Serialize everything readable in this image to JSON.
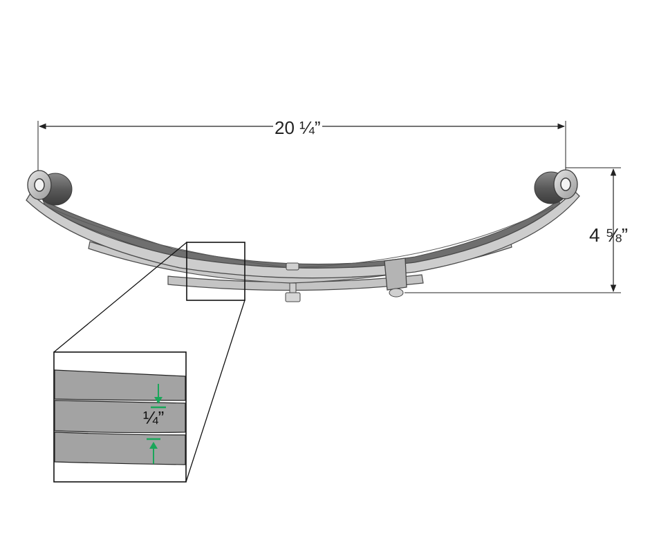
{
  "dimensions": {
    "overall_length": "20 ¼”",
    "height": "4 ⅝”",
    "leaf_thickness": "¼”"
  },
  "colors": {
    "steel_fill": "#c9c9c9",
    "steel_dark": "#9e9e9e",
    "steel_outline": "#4a4a4a",
    "dimension_line": "#222222",
    "callout_arrow": "#1aa65a",
    "detail_leaf_fill": "#a3a3a3"
  }
}
